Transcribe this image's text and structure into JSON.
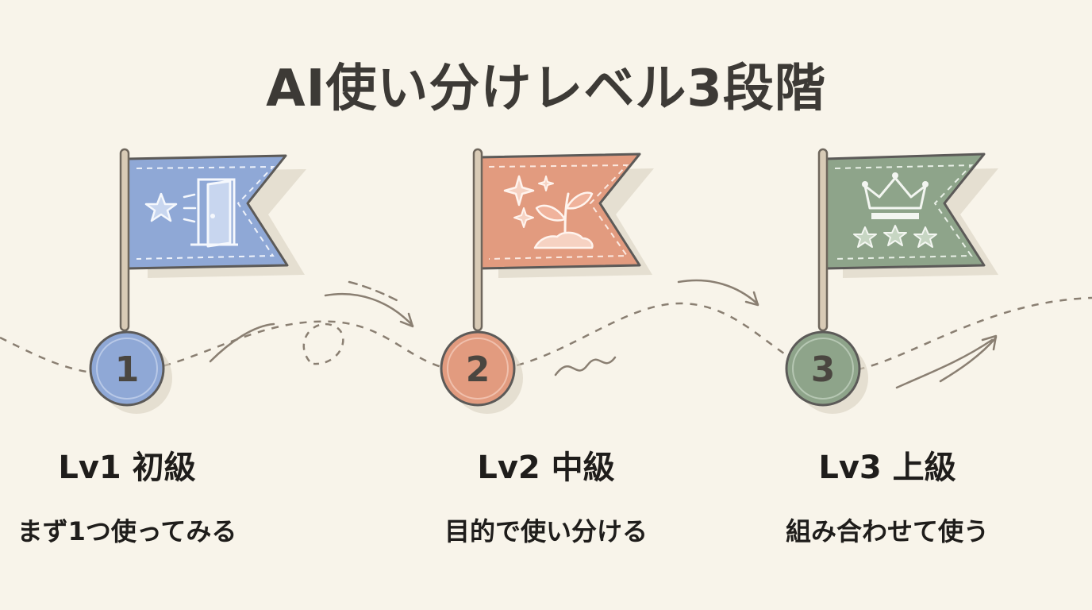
{
  "title": "AI使い分けレベル3段階",
  "levels": [
    {
      "number": "1",
      "label": "Lv1 初級",
      "description": "まず1つ使ってみる",
      "color": "#8fa8d6",
      "icon": "star-door-icon"
    },
    {
      "number": "2",
      "label": "Lv2 中級",
      "description": "目的で使い分ける",
      "color": "#e29b7f",
      "icon": "sparkle-sprout-icon"
    },
    {
      "number": "3",
      "label": "Lv3 上級",
      "description": "組み合わせて使う",
      "color": "#8ea48a",
      "icon": "crown-stars-icon"
    }
  ]
}
